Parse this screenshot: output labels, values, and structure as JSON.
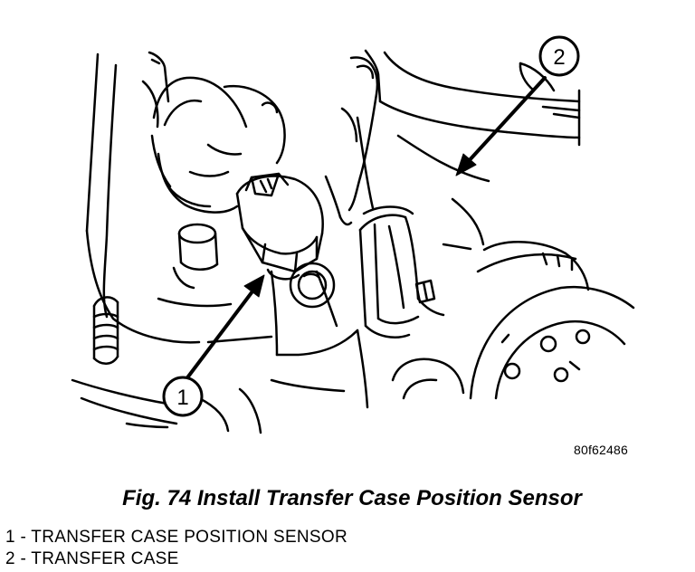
{
  "figure": {
    "code": "80f62486",
    "caption": "Fig. 74 Install Transfer Case Position Sensor"
  },
  "callouts": [
    {
      "number": "1"
    },
    {
      "number": "2"
    }
  ],
  "legend": [
    {
      "text": "1 - TRANSFER CASE POSITION SENSOR"
    },
    {
      "text": "2 - TRANSFER CASE"
    }
  ]
}
